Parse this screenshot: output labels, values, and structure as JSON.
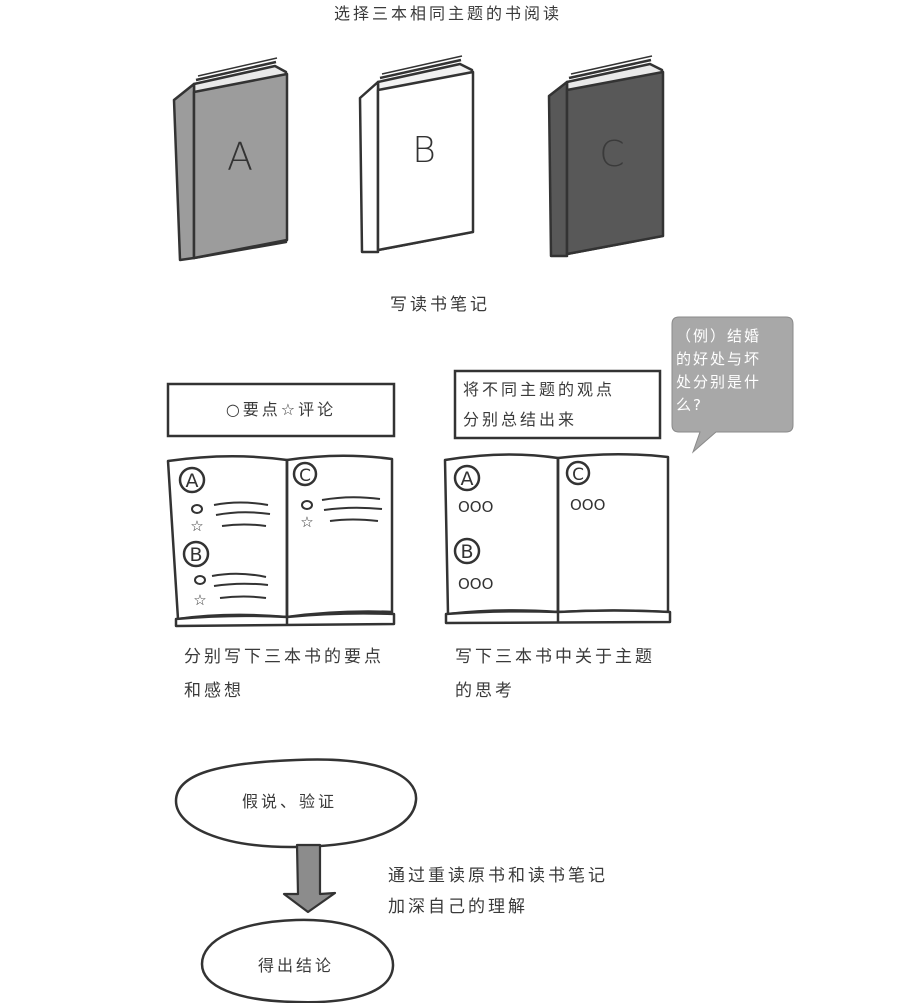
{
  "title": "选择三本相同主题的书阅读",
  "books": [
    {
      "label": "A",
      "color": "#9c9c9c"
    },
    {
      "label": "B",
      "color": "#ffffff"
    },
    {
      "label": "C",
      "color": "#585858"
    }
  ],
  "step_notes": "写读书笔记",
  "left_notebook": {
    "box_label": "○要点☆评论",
    "page_left_labels": [
      "A",
      "B"
    ],
    "page_right_labels": [
      "C"
    ],
    "caption_lines": [
      "分别写下三本书的要点",
      "和感想"
    ]
  },
  "right_notebook": {
    "box_lines": [
      "将不同主题的观点",
      "分别总结出来"
    ],
    "page_left_labels": [
      "A",
      "B"
    ],
    "page_right_labels": [
      "C"
    ],
    "marks": "OOO",
    "caption_lines": [
      "写下三本书中关于主题",
      "的思考"
    ]
  },
  "example_bubble": {
    "lines": [
      "（例）结婚",
      "的好处与坏",
      "处分别是什",
      "么?"
    ],
    "color": "#a8a8a8"
  },
  "flow": {
    "top_node": "假说、验证",
    "note_lines": [
      "通过重读原书和读书笔记",
      "加深自己的理解"
    ],
    "bottom_node": "得出结论",
    "arrow_color": "#8c8c8c"
  }
}
